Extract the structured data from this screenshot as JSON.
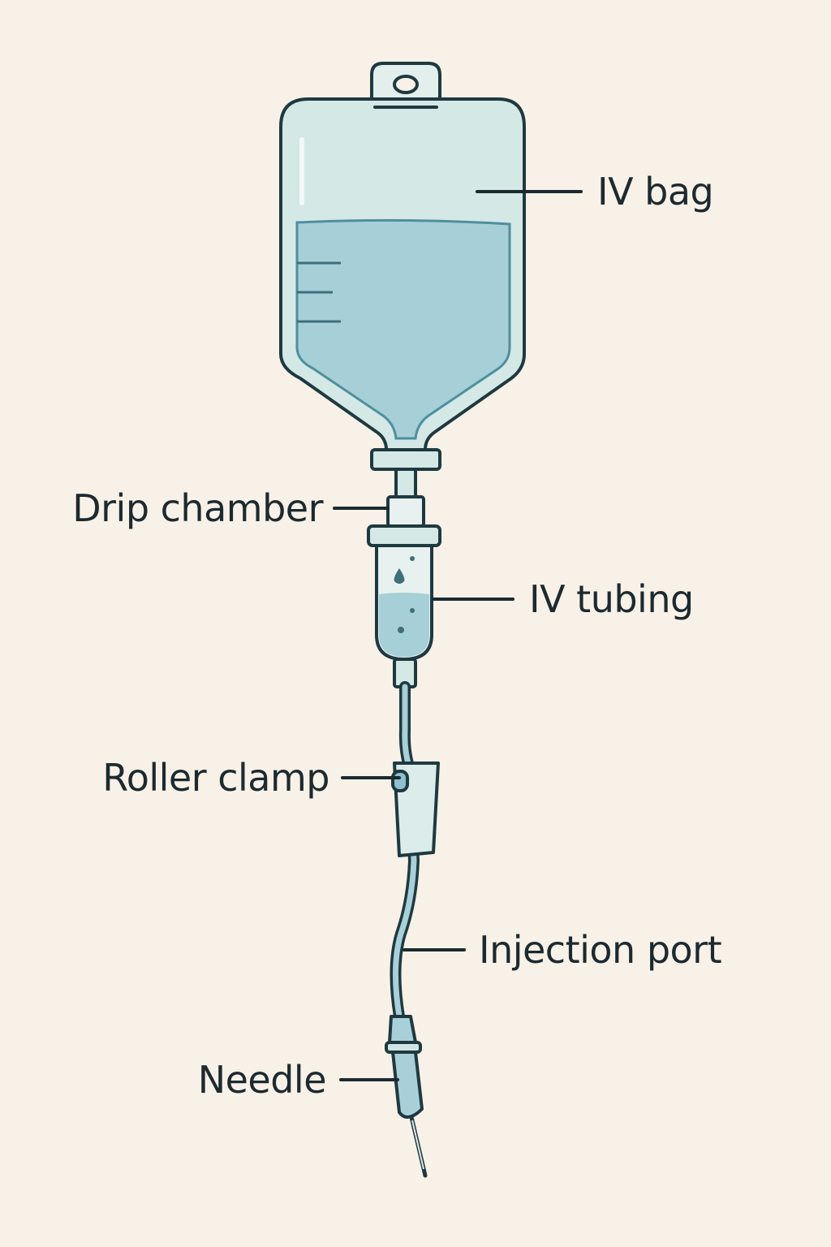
{
  "labels": {
    "iv_bag": "IV bag",
    "drip_chamber": "Drip chamber",
    "iv_tubing": "IV tubing",
    "roller_clamp": "Roller clamp",
    "injection_port": "Injection port",
    "needle": "Needle"
  },
  "colors": {
    "background": "#f8f1e7",
    "outline": "#1f3940",
    "bag_plastic": "#d4e8e6",
    "fluid": "#a6cfd8",
    "fluid_dark": "#4f8f9e",
    "tubing": "#a9d0d8",
    "text": "#1c2a30"
  }
}
